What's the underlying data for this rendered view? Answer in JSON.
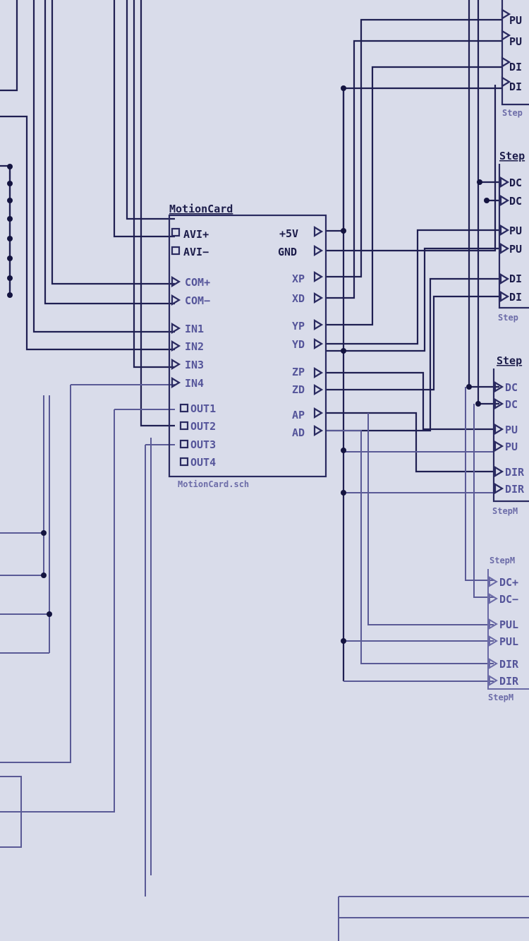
{
  "motion_card": {
    "title": "MotionCard",
    "subtitle": "MotionCard.sch",
    "left_pins": [
      "AVI+",
      "AVI−",
      "COM+",
      "COM−",
      "IN1",
      "IN2",
      "IN3",
      "IN4",
      "OUT1",
      "OUT2",
      "OUT3",
      "OUT4"
    ],
    "right_pins": [
      "+5V",
      "GND",
      "XP",
      "XD",
      "YP",
      "YD",
      "ZP",
      "ZD",
      "AP",
      "AD"
    ]
  },
  "stepper_blocks": [
    {
      "title": "",
      "subtitle": "Step",
      "pins": [
        "PU",
        "PU",
        "DI",
        "DI"
      ]
    },
    {
      "title": "Step",
      "subtitle": "Step",
      "pins": [
        "DC",
        "DC",
        "PU",
        "PU",
        "DI",
        "DI"
      ]
    },
    {
      "title": "Step",
      "subtitle": "StepM",
      "pins": [
        "DC",
        "DC",
        "PU",
        "PU",
        "DIR",
        "DIR"
      ]
    },
    {
      "title": "StepM",
      "subtitle": "StepM",
      "pins": [
        "DC+",
        "DC−",
        "PUL",
        "PUL",
        "DIR",
        "DIR"
      ]
    }
  ],
  "colors": {
    "background": "#d9dcea",
    "wire": "#1f1f52",
    "box": "#2a2a60"
  }
}
